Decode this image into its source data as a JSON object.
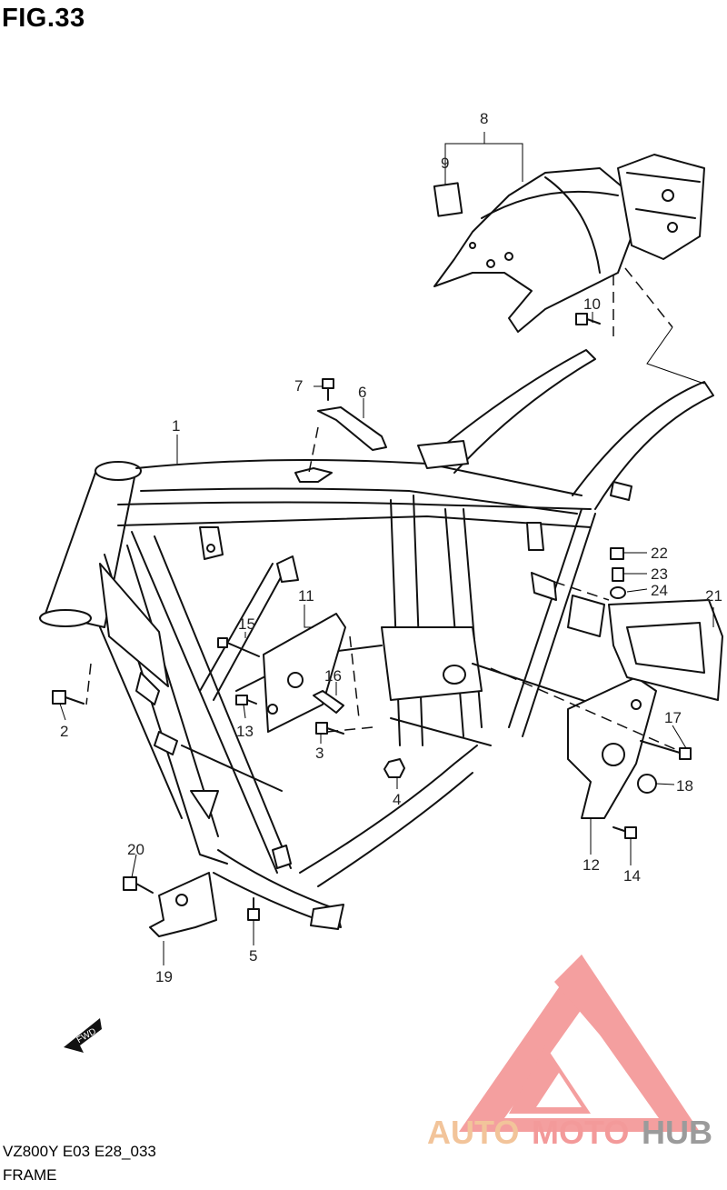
{
  "figure": {
    "title": "FIG.33"
  },
  "footer": {
    "model_code": "VZ800Y  E03  E28_033",
    "name": "FRAME"
  },
  "fwd_label": "FWD",
  "callouts": [
    "1",
    "2",
    "3",
    "4",
    "5",
    "6",
    "7",
    "8",
    "9",
    "10",
    "11",
    "12",
    "13",
    "14",
    "15",
    "16",
    "17",
    "18",
    "19",
    "20",
    "21",
    "22",
    "23",
    "24"
  ],
  "watermark": {
    "part1": "AUTO",
    "part2": "MOTO",
    "part3": "HUB",
    "color1": "#f2c49a",
    "color2": "#f39a9a",
    "color3": "#9b9b9b",
    "logo_color": "#f49a9a"
  },
  "colors": {
    "line": "#111111",
    "background": "#ffffff"
  }
}
